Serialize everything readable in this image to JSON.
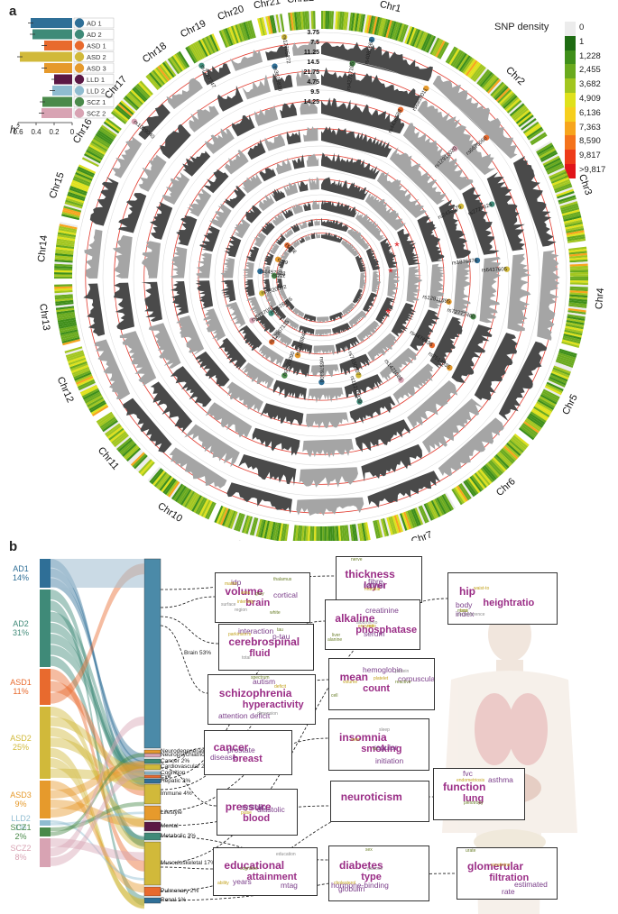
{
  "panel_a": {
    "label": "a",
    "bar_chart": {
      "axis_ticks": [
        "0.6",
        "0.4",
        "0.2",
        "0"
      ],
      "axis_label": "h",
      "axis_label_sup": "2",
      "bars": [
        {
          "name": "AD 1",
          "value": 0.46,
          "color": "#2f6f97"
        },
        {
          "name": "AD 2",
          "value": 0.44,
          "color": "#3f8a78"
        },
        {
          "name": "ASD 1",
          "value": 0.31,
          "color": "#e86a2e"
        },
        {
          "name": "ASD 2",
          "value": 0.58,
          "color": "#d1b93a"
        },
        {
          "name": "ASD 3",
          "value": 0.31,
          "color": "#e69a2c"
        },
        {
          "name": "LLD 1",
          "value": 0.2,
          "color": "#5b1845"
        },
        {
          "name": "LLD 2",
          "value": 0.22,
          "color": "#8fbcd0"
        },
        {
          "name": "SCZ 1",
          "value": 0.33,
          "color": "#4a8a4a"
        },
        {
          "name": "SCZ 2",
          "value": 0.34,
          "color": "#d8a3b3"
        }
      ]
    },
    "snp_legend": {
      "title": "SNP density",
      "items": [
        {
          "label": "0",
          "color": "#ececec"
        },
        {
          "label": "1",
          "color": "#1e6b12"
        },
        {
          "label": "1,228",
          "color": "#3f8f1a"
        },
        {
          "label": "2,455",
          "color": "#6aaa1e"
        },
        {
          "label": "3,682",
          "color": "#a2c61f"
        },
        {
          "label": "4,909",
          "color": "#dfe11c"
        },
        {
          "label": "6,136",
          "color": "#f6cf1e"
        },
        {
          "label": "7,363",
          "color": "#f7a51d"
        },
        {
          "label": "8,590",
          "color": "#f4731c"
        },
        {
          "label": "9,817",
          "color": "#ee3b1a"
        },
        {
          "label": ">9,817",
          "color": "#e0141a"
        }
      ]
    },
    "chromosomes": [
      "Chr1",
      "Chr2",
      "Chr3",
      "Chr4",
      "Chr5",
      "Chr6",
      "Chr7",
      "Chr8",
      "Chr9",
      "Chr10",
      "Chr11",
      "Chr12",
      "Chr13",
      "Chr14",
      "Chr15",
      "Chr16",
      "Chr17",
      "Chr18",
      "Chr19",
      "Chr20",
      "Chr21",
      "Chr22"
    ],
    "ring_ticks": [
      "3.75",
      "7.5",
      "11.25",
      "14.5",
      "21.75",
      "4.75",
      "9.5",
      "14.25"
    ],
    "snp_labels": [
      "rs4086663",
      "rs6675060",
      "rs6437605",
      "rs7514035",
      "rs11210839",
      "rs2220090",
      "rs6497081",
      "rs1457828",
      "rs10804430",
      "rs12705272",
      "rs6859011",
      "rs2727624",
      "rs72772460",
      "rs1421085",
      "rs6576300",
      "rs12967135",
      "rs3820002",
      "rs2978709",
      "rs7787747",
      "rs42737105",
      "rs12910020",
      "rs1876476",
      "rs4476636",
      "rs7030607",
      "rs2028849",
      "rs6578476",
      "rs72678374",
      "rs1029040",
      "rs3625838",
      "rs4436588",
      "rs2436575",
      "rs12911895"
    ]
  },
  "panel_b": {
    "label": "b",
    "sources": [
      {
        "name": "AD1",
        "pct": "14%",
        "color": "#2f6f97"
      },
      {
        "name": "AD2",
        "pct": "31%",
        "color": "#3f8a78"
      },
      {
        "name": "ASD1",
        "pct": "11%",
        "color": "#e86a2e"
      },
      {
        "name": "ASD2",
        "pct": "25%",
        "color": "#d1b93a"
      },
      {
        "name": "ASD3",
        "pct": "9%",
        "color": "#e69a2c"
      },
      {
        "name": "LLD2",
        "pct": "1%",
        "color": "#8fbcd0"
      },
      {
        "name": "SCZ1",
        "pct": "2%",
        "color": "#4a8a4a"
      },
      {
        "name": "SCZ2",
        "pct": "8%",
        "color": "#d8a3b3"
      }
    ],
    "categories": [
      {
        "name": "Brain",
        "pct": "53%"
      },
      {
        "name": "Neurodegenerative",
        "pct": "1%"
      },
      {
        "name": "Neuropsychiatric",
        "pct": "1%"
      },
      {
        "name": "Cancer",
        "pct": "2%"
      },
      {
        "name": "Cardiovascular",
        "pct": "2%"
      },
      {
        "name": "Cognition",
        "pct": ""
      },
      {
        "name": "Eye",
        "pct": ""
      },
      {
        "name": "Hepatic",
        "pct": "3%"
      },
      {
        "name": "Immune",
        "pct": "4%"
      },
      {
        "name": "Lifestyle",
        "pct": ""
      },
      {
        "name": "Mental",
        "pct": ""
      },
      {
        "name": "Metabolic",
        "pct": "3%"
      },
      {
        "name": "Musculoskeletal",
        "pct": "17%"
      },
      {
        "name": "Pulmonary",
        "pct": "2%"
      },
      {
        "name": "Renal",
        "pct": "1%"
      }
    ],
    "wordclouds": [
      {
        "id": "brain-structure",
        "words": [
          "volume",
          "brain",
          "idp",
          "cortical",
          "area",
          "white",
          "surface",
          "matter",
          "grey",
          "region",
          "intensity",
          "thalamus"
        ]
      },
      {
        "id": "csf",
        "words": [
          "cerebrospinal",
          "fluid",
          "p-tau",
          "interaction",
          "parkinson's",
          "tau",
          "total"
        ]
      },
      {
        "id": "psych",
        "words": [
          "schizophrenia",
          "hyperactivity",
          "autism",
          "attention deficit",
          "deficit",
          "spectrum",
          "dimension"
        ]
      },
      {
        "id": "cancer",
        "words": [
          "cancer",
          "breast",
          "disease",
          "prostate"
        ]
      },
      {
        "id": "bp",
        "words": [
          "pressure",
          "blood",
          "diastolic",
          "systolic",
          "pulse"
        ]
      },
      {
        "id": "edu",
        "words": [
          "educational",
          "attainment",
          "mtag",
          "years",
          "ability",
          "cognitive",
          "education"
        ]
      },
      {
        "id": "eye",
        "words": [
          "thickness",
          "layer",
          "fibre",
          "retinal",
          "macular",
          "nerve"
        ]
      },
      {
        "id": "liver",
        "words": [
          "alkaline",
          "phosphatase",
          "serum",
          "creatinine",
          "enzyme",
          "alanine",
          "albumin-to",
          "ratio",
          "liver"
        ]
      },
      {
        "id": "blood",
        "words": [
          "mean",
          "count",
          "hemoglobin",
          "corpuscular",
          "volume",
          "reactive",
          "protein",
          "platelet",
          "cell"
        ]
      },
      {
        "id": "lifestyle",
        "words": [
          "insomnia",
          "smoking",
          "regular",
          "initiation",
          "ever",
          "vs",
          "sleep"
        ]
      },
      {
        "id": "mental",
        "words": [
          "neuroticism"
        ]
      },
      {
        "id": "metabolic",
        "words": [
          "diabetes",
          "type",
          "hormone-binding",
          "globulin",
          "cholesterol",
          "sex",
          "glucose"
        ]
      },
      {
        "id": "anthro",
        "words": [
          "hip",
          "heightratio",
          "index",
          "body",
          "bmi",
          "mass",
          "circumference",
          "waist-to"
        ]
      },
      {
        "id": "lung",
        "words": [
          "function",
          "lung",
          "fvc",
          "asthma",
          "endometriosis",
          "pleiotropy"
        ]
      },
      {
        "id": "renal",
        "words": [
          "glomerular",
          "filtration",
          "estimated",
          "rate",
          "creatinine",
          "urate"
        ]
      }
    ]
  }
}
